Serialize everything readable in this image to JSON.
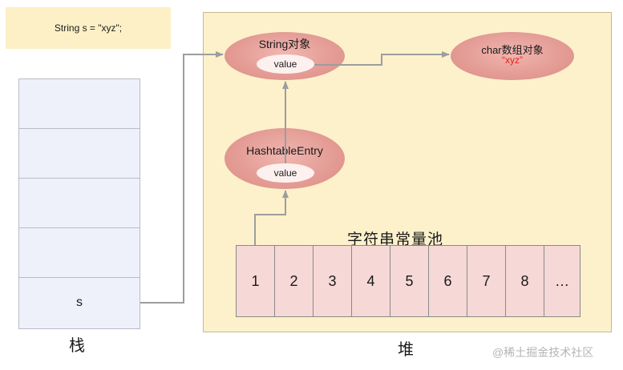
{
  "code": "String s = \"xyz\";",
  "stack": {
    "label": "栈",
    "var_name": "s"
  },
  "heap": {
    "label": "堆",
    "string_object": {
      "title": "String对象",
      "field": "value"
    },
    "hashtable_entry": {
      "title": "HashtableEntry",
      "field": "value"
    },
    "char_array_object": {
      "title": "char数组对象",
      "value": "“xyz”",
      "value_color": "#e8201a"
    },
    "string_pool": {
      "title": "字符串常量池",
      "cells": [
        "1",
        "2",
        "3",
        "4",
        "5",
        "6",
        "7",
        "8",
        "…"
      ]
    }
  },
  "colors": {
    "heap_bg": "#fdf1cb",
    "stack_bg": "#eef1f9",
    "object_fill": "#e39b94",
    "arrow": "#9d9d9d"
  },
  "watermark": "@稀土掘金技术社区"
}
